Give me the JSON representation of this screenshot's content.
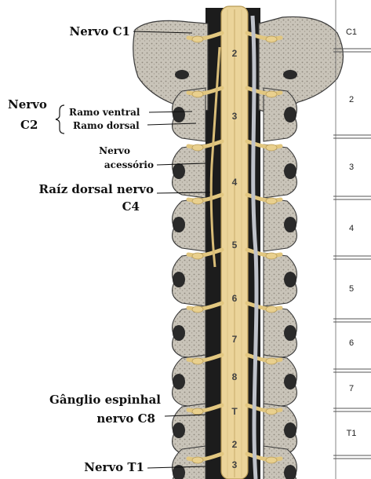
{
  "labels": {
    "nervo_c1": "Nervo C1",
    "nervo_c2_word": "Nervo",
    "nervo_c2_num": "C2",
    "ramo_ventral": "Ramo ventral",
    "ramo_dorsal": "Ramo dorsal",
    "nervo_acessorio_1": "Nervo",
    "nervo_acessorio_2": "acessório",
    "raiz_dorsal_1": "Raíz dorsal nervo",
    "raiz_dorsal_2": "C4",
    "ganglio_1": "Gânglio espinhal",
    "ganglio_2": "nervo C8",
    "nervo_t1": "Nervo T1"
  },
  "scale_labels": [
    "C1",
    "2",
    "3",
    "4",
    "5",
    "6",
    "7",
    "T1"
  ],
  "cord_numbers": [
    "2",
    "3",
    "4",
    "5",
    "6",
    "7",
    "8",
    "T",
    "2",
    "3"
  ],
  "colors": {
    "bone": "#c4c0b6",
    "bone_dark": "#8a8478",
    "nerve": "#e7cf8e",
    "nerve_edge": "#b79a55",
    "canal": "#1a1a1a",
    "vessel": "#b9bcc4"
  }
}
